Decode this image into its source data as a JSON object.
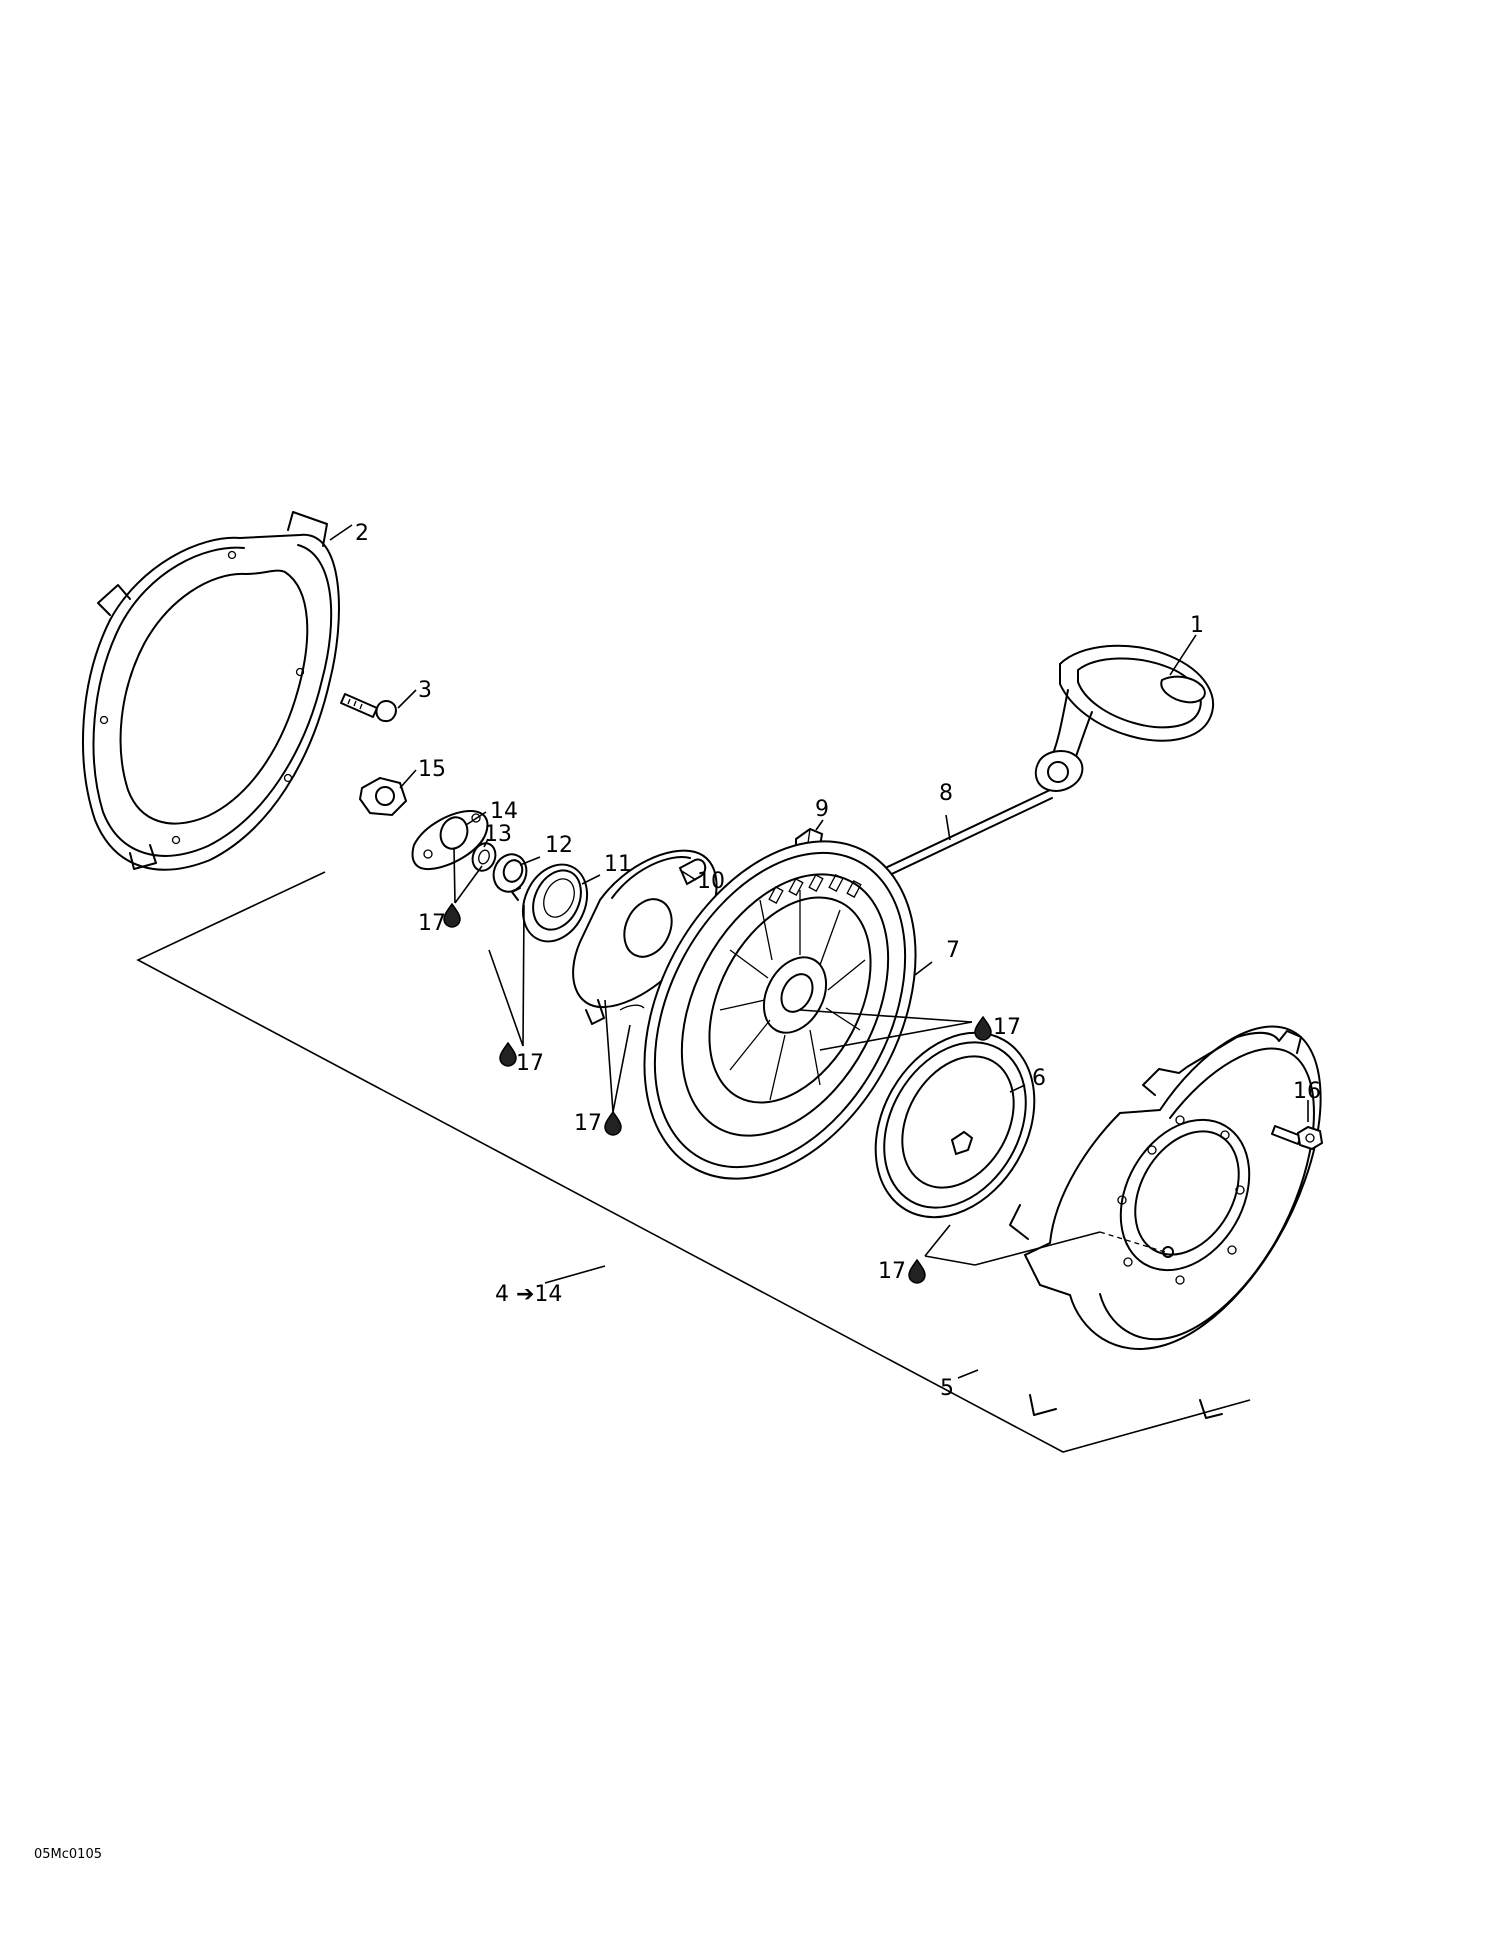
{
  "callouts": {
    "c1": "1",
    "c2": "2",
    "c3": "3",
    "c5": "5",
    "c6": "6",
    "c7": "7",
    "c8": "8",
    "c9": "9",
    "c10": "10",
    "c11": "11",
    "c12": "12",
    "c13": "13",
    "c14": "14",
    "c15": "15",
    "c16": "16",
    "c17": "17",
    "assembly_range": "4 ➔14"
  },
  "reference_code": "05Mc0105"
}
